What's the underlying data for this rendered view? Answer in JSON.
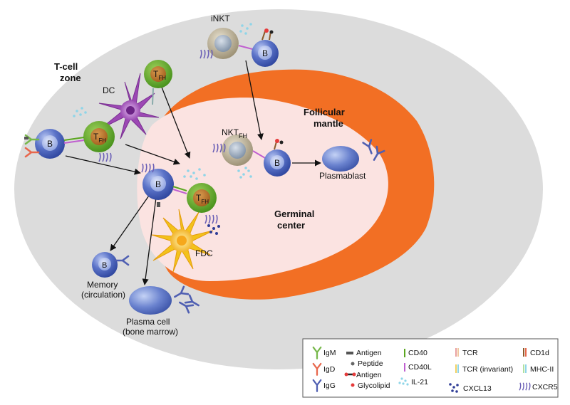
{
  "zones": {
    "tcell_zone": [
      "T-cell",
      "zone"
    ],
    "follicular_mantle": [
      "Follicular",
      "mantle"
    ],
    "germinal_center": [
      "Germinal",
      "center"
    ]
  },
  "cells": {
    "inkt": "iNKT",
    "nkt_fh_main": "NKT",
    "nkt_fh_sub": "FH",
    "tfh_main": "T",
    "tfh_sub": "FH",
    "b": "B",
    "dc": "DC",
    "fdc": "FDC",
    "plasmablast": "Plasmablast",
    "memory": [
      "Memory",
      "(circulation)"
    ],
    "plasma_cell": [
      "Plasma cell",
      "(bone marrow)"
    ]
  },
  "legend": {
    "igm": "IgM",
    "igd": "IgD",
    "igg": "IgG",
    "antigen1": "Antigen",
    "peptide": "Peptide",
    "antigen2": "Antigen",
    "glycolipid": "Glycolipid",
    "cd40": "CD40",
    "cd40l": "CD40L",
    "il21": "IL-21",
    "tcr": "TCR",
    "tcr_inv": "TCR (invariant)",
    "cxcl13": "CXCL13",
    "cd1d": "CD1d",
    "mhc2": "MHC-II",
    "cxcr5": "CXCR5"
  },
  "colors": {
    "follicle": "#dcdcdc",
    "mantle": "#f26f24",
    "germinal": "#fbe3e1",
    "b_cell": "#4a63b8",
    "tfh": "#5aa61f",
    "inkt": "#b7ab8f",
    "dc": "#9c48b4",
    "fdc": "#f3c21a",
    "igm": "#77b84b",
    "igd": "#e8674c",
    "igg": "#4f5fb2"
  }
}
